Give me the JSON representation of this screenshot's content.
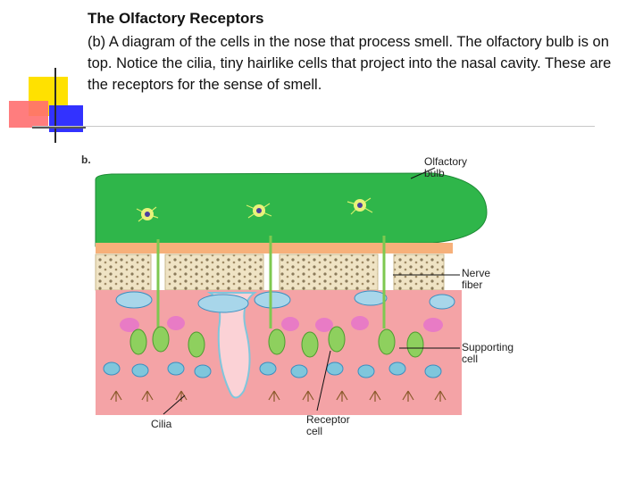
{
  "slide": {
    "title": "The Olfactory Receptors",
    "body": "(b) A diagram of the cells in the nose that process smell. The olfactory bulb is on top. Notice the cilia, tiny hairlike cells that project into the nasal cavity. These are the receptors for the sense of smell."
  },
  "diagram": {
    "panel_letter": "b.",
    "labels": {
      "bulb_1": "Olfactory",
      "bulb_2": "bulb",
      "nerve_1": "Nerve",
      "nerve_2": "fiber",
      "support_1": "Supporting",
      "support_2": "cell",
      "receptor_1": "Receptor",
      "receptor_2": "cell",
      "cilia": "Cilia"
    }
  },
  "colors": {
    "bulb_green": "#2fb64a",
    "bone_tan": "#efe3c4",
    "tissue_pink": "#f4a3a6",
    "nerve_green": "#7ec850",
    "cell_blue": "#7fc6dc"
  }
}
